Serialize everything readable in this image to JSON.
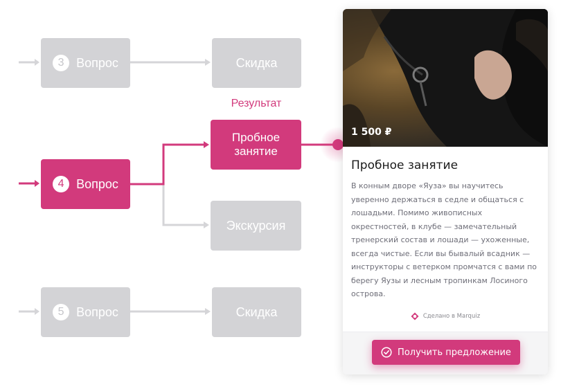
{
  "colors": {
    "accent": "#d23a7c",
    "inactive_node": "#d3d3d6",
    "inactive_line": "#d5d5d8"
  },
  "flow": {
    "question_label": "Вопрос",
    "q3_number": "3",
    "q4_number": "4",
    "q5_number": "5",
    "result_label": "Результат",
    "row1_result": "Скидка",
    "active_result": "Пробное занятие",
    "alt_result": "Экскурсия",
    "row3_result": "Скидка"
  },
  "card": {
    "price": "1 500 ₽",
    "title": "Пробное занятие",
    "description": "В конным дворе «Яуза» вы научитесь уверенно держаться в седле и общаться с лошадьми. Помимо живописных окрестностей, в клубе — замечательный тренерский состав и лошади — ухоженные, всегда чистые. Если вы бывалый всадник — инструкторы с ветерком промчатся с вами по берегу Яузы и лесным тропинкам Лосиного острова.",
    "made_with": "Сделано в Marquiz",
    "cta_label": "Получить предложение",
    "icons": [
      "marquiz-logo-icon",
      "check-circle-icon"
    ]
  }
}
